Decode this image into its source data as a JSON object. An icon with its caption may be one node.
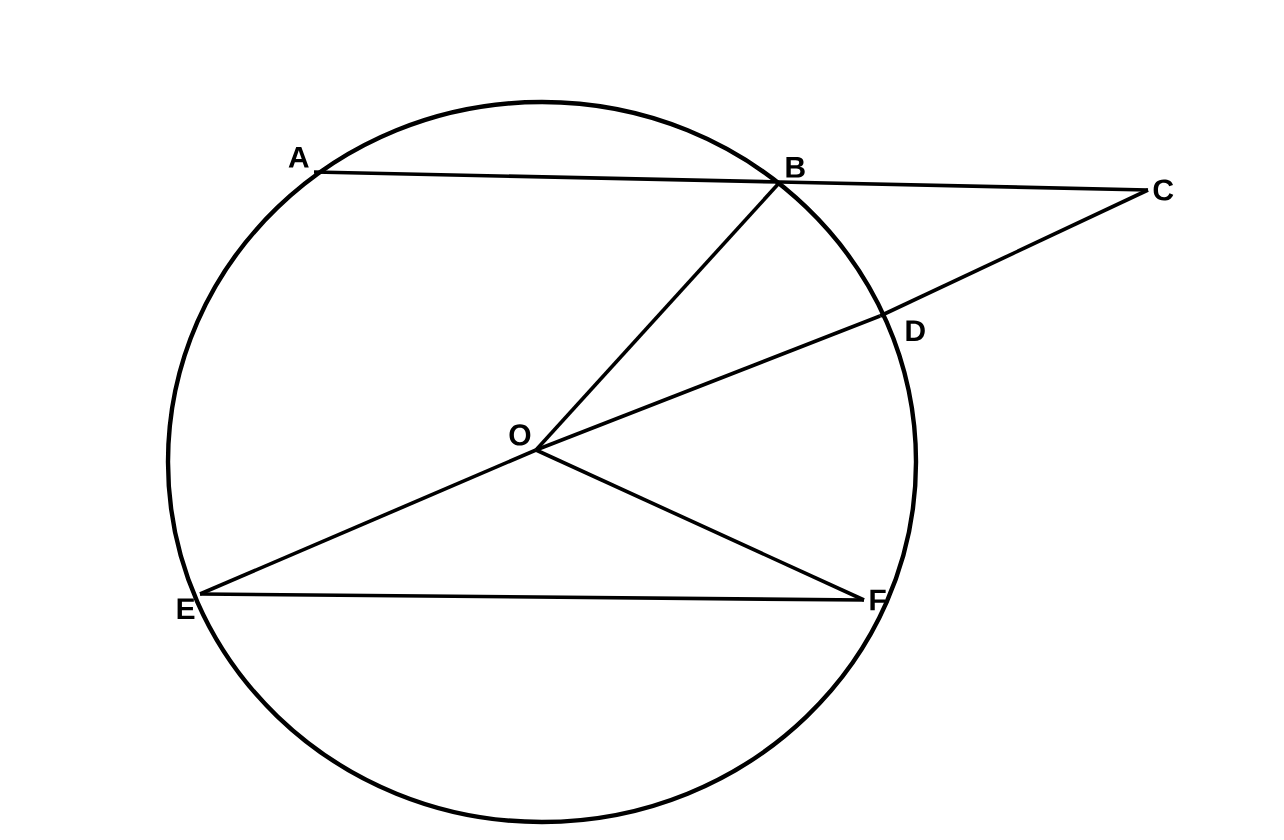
{
  "diagram": {
    "nodes": [
      {
        "text": [
          "A"
        ]
      },
      {
        "text": [
          "B"
        ]
      },
      {
        "text": [
          "C"
        ]
      },
      {
        "text": [
          "D"
        ]
      },
      {
        "text": [
          "O"
        ]
      },
      {
        "text": [
          "E"
        ]
      },
      {
        "text": [
          "F"
        ]
      }
    ],
    "edges": [
      {
        "from": 0,
        "to": 1,
        "arrow": "none"
      },
      {
        "from": 1,
        "to": 2,
        "arrow": "none"
      },
      {
        "from": 4,
        "to": 1,
        "arrow": "none"
      },
      {
        "from": 4,
        "to": 3,
        "arrow": "none"
      },
      {
        "from": 3,
        "to": 2,
        "arrow": "none"
      },
      {
        "from": 5,
        "to": 4,
        "arrow": "none"
      },
      {
        "from": 4,
        "to": 6,
        "arrow": "none"
      },
      {
        "from": 5,
        "to": 6,
        "arrow": "none"
      }
    ]
  }
}
